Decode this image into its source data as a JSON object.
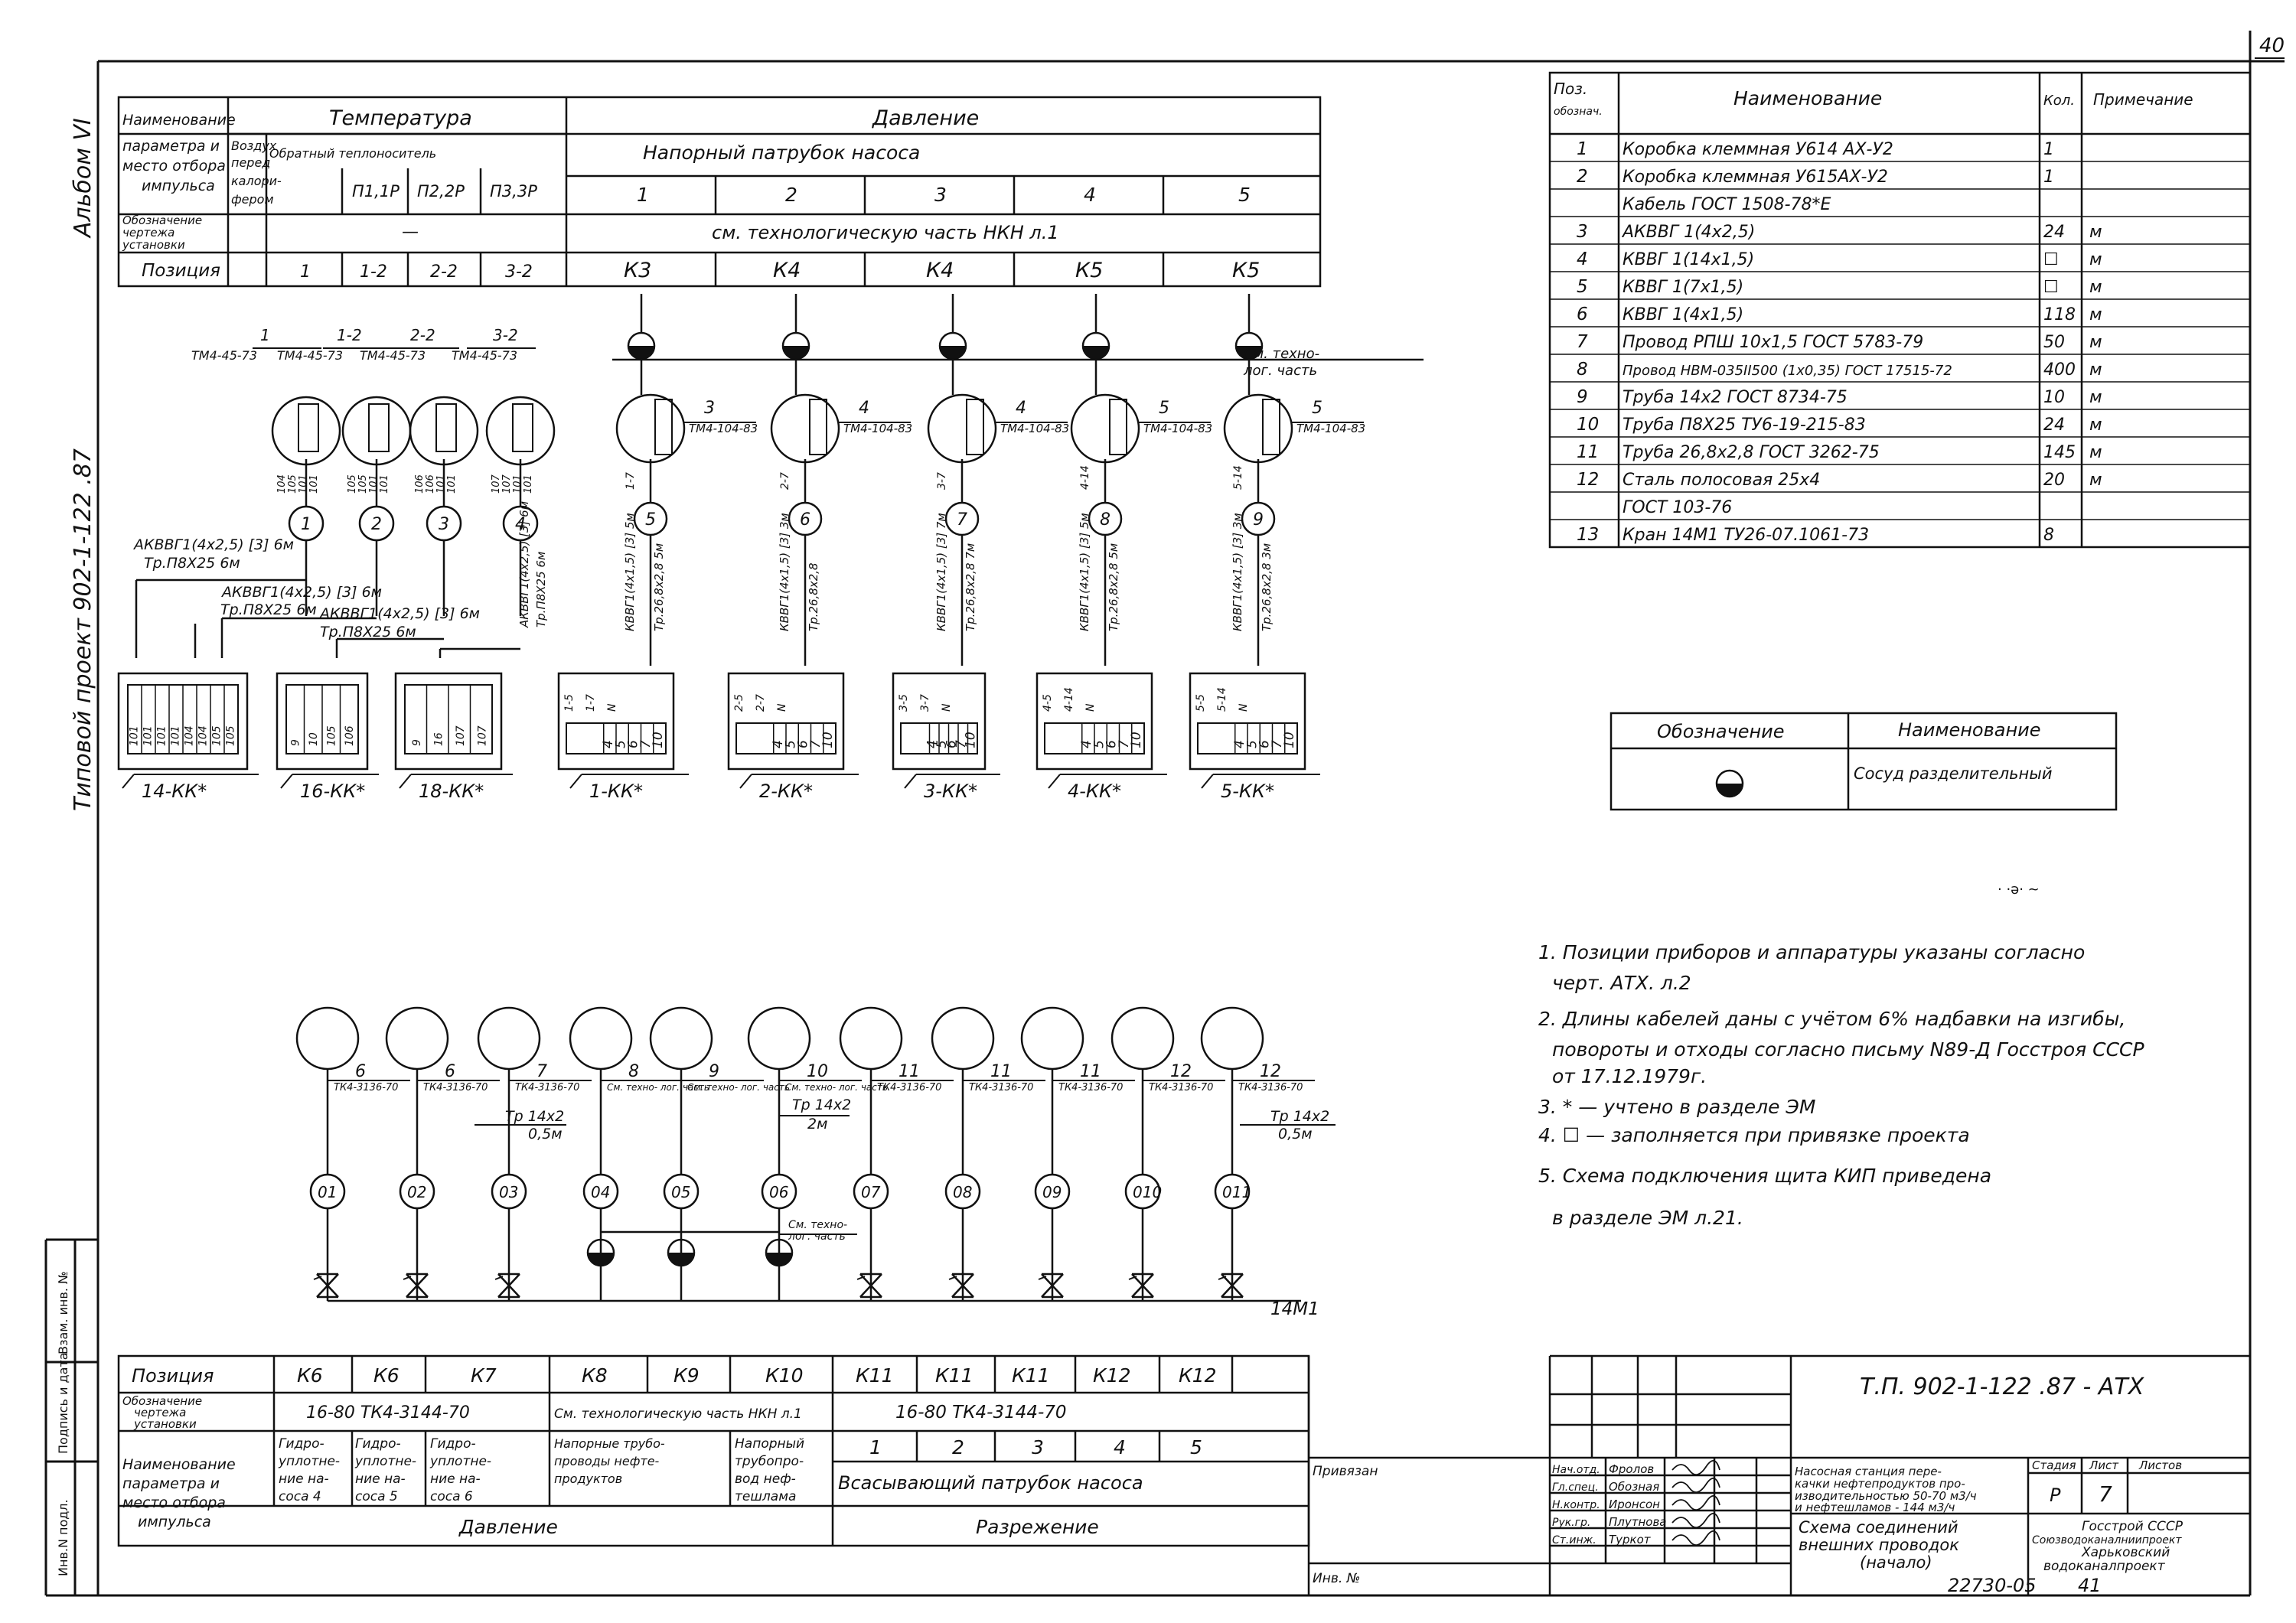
{
  "page_number": "40",
  "side_labels": {
    "album": "Альбом VI",
    "project": "Типовой проект 902-1-122 .87",
    "left_stamp": [
      "Инв.N подл.",
      "Подпись и дата",
      "Взам. инв. №"
    ]
  },
  "top_header": {
    "param_label": [
      "Наименование",
      "параметра и",
      "место отбора",
      "импульса"
    ],
    "temperature": "Температура",
    "pressure": "Давление",
    "air": [
      "Воздух",
      "перед",
      "калори-",
      "фером"
    ],
    "return_coolant": "Обратный теплоноситель",
    "pump_outlet": "Напорный патрубок насоса",
    "sub_cols": [
      "П1,1Р",
      "П2,2Р",
      "П3,3Р"
    ],
    "pressure_nums": [
      "1",
      "2",
      "3",
      "4",
      "5"
    ],
    "drawing_label": [
      "Обозначение",
      "чертежа",
      "установки"
    ],
    "drawing_temp": "—",
    "drawing_pressure": "см. технологическую часть НКН л.1",
    "position_label": "Позиция",
    "positions": [
      "1",
      "1-2",
      "2-2",
      "3-2",
      "К3",
      "К4",
      "К4",
      "К5",
      "К5"
    ]
  },
  "top_diagram": {
    "temp_sensors": [
      {
        "pos": "1",
        "type": "ТМ4-45-73",
        "circle": "1",
        "wires": [
          "104",
          "105",
          "101",
          "101"
        ]
      },
      {
        "pos": "1-2",
        "type": "ТМ4-45-73",
        "circle": "2",
        "wires": [
          "105",
          "105",
          "101",
          "101"
        ]
      },
      {
        "pos": "2-2",
        "type": "ТМ4-45-73",
        "circle": "3",
        "wires": [
          "106",
          "106",
          "101",
          "101"
        ]
      },
      {
        "pos": "3-2",
        "type": "ТМ4-45-73",
        "circle": "4",
        "wires": [
          "107",
          "107",
          "101",
          "101"
        ]
      }
    ],
    "temp_cables": [
      "АКВВГ1(4х2,5) [3] 6м",
      "Тр.П8Х25 6м",
      "АКВВГ1(4х2,5) [3] 6м",
      "Тр.П8Х25 6м",
      "АКВВГ1(4х2,5) [3] 6м",
      "Тр.П8Х25 6м",
      "АКВВГ1(4х2,5) [3] 6м",
      "Тр.П8Х25 6м"
    ],
    "temp_boxes": [
      {
        "name": "14-КК*",
        "terms": [
          "101",
          "101",
          "101",
          "101",
          "104",
          "104",
          "105",
          "105"
        ]
      },
      {
        "name": "16-КК*",
        "terms": [
          "9",
          "10",
          "105",
          "106"
        ]
      },
      {
        "name": "18-КК*",
        "terms": [
          "9",
          "16",
          "107",
          "107"
        ]
      }
    ],
    "press_sensors": [
      {
        "num": "3",
        "type": "ТМ4-104-83",
        "circle": "5",
        "tag": "1-7",
        "cable": "КВВГ1(4х1,5) [3] 5м",
        "pipe": "Тр.26,8х2,8 5м"
      },
      {
        "num": "4",
        "type": "ТМ4-104-83",
        "circle": "6",
        "tag": "2-7",
        "cable": "КВВГ1(4х1,5) [3] 3м",
        "pipe": "Тр.26,8х2,8"
      },
      {
        "num": "4",
        "type": "ТМ4-104-83",
        "circle": "7",
        "tag": "3-7",
        "cable": "КВВГ1(4х1,5) [3] 7м",
        "pipe": "Тр.26,8х2,8 7м"
      },
      {
        "num": "5",
        "type": "ТМ4-104-83",
        "circle": "8",
        "tag": "4-14",
        "cable": "КВВГ1(4х1,5) [3] 5м",
        "pipe": "Тр.26,8х2,8 5м"
      },
      {
        "num": "5",
        "type": "ТМ4-104-83",
        "circle": "9",
        "tag": "5-14",
        "cable": "КВВГ1(4х1,5) [3] 3м",
        "pipe": "Тр.26,8х2,8 3м"
      }
    ],
    "press_note": "См. техно- лог. часть",
    "press_boxes": [
      {
        "name": "1-КК*",
        "terms": [
          "1-5",
          "1-7",
          "N",
          "4",
          "5",
          "6",
          "7",
          "10"
        ]
      },
      {
        "name": "2-КК*",
        "terms": [
          "2-5",
          "2-7",
          "N",
          "4",
          "5",
          "6",
          "7",
          "10"
        ]
      },
      {
        "name": "3-КК*",
        "terms": [
          "3-5",
          "3-7",
          "N",
          "4",
          "5",
          "6",
          "7",
          "10"
        ]
      },
      {
        "name": "4-КК*",
        "terms": [
          "4-5",
          "4-14",
          "N",
          "4",
          "5",
          "6",
          "7",
          "10"
        ]
      },
      {
        "name": "5-КК*",
        "terms": [
          "5-5",
          "5-14",
          "N",
          "4",
          "5",
          "6",
          "7",
          "10"
        ]
      }
    ]
  },
  "spec_table": {
    "headers": [
      "Поз. обознач.",
      "Наименование",
      "Кол.",
      "Примечание"
    ],
    "rows": [
      {
        "pos": "1",
        "name": "Коробка клеммная У614 АХ-У2",
        "qty": "1",
        "unit": ""
      },
      {
        "pos": "2",
        "name": "Коробка клеммная У615АХ-У2",
        "qty": "1",
        "unit": ""
      },
      {
        "pos": "",
        "name": "Кабель ГОСТ 1508-78*Е",
        "qty": "",
        "unit": ""
      },
      {
        "pos": "3",
        "name": "АКВВГ 1(4х2,5)",
        "qty": "24",
        "unit": "м"
      },
      {
        "pos": "4",
        "name": "КВВГ 1(14х1,5)",
        "qty": "☐",
        "unit": "м"
      },
      {
        "pos": "5",
        "name": "КВВГ 1(7х1,5)",
        "qty": "☐",
        "unit": "м"
      },
      {
        "pos": "6",
        "name": "КВВГ 1(4х1,5)",
        "qty": "118",
        "unit": "м"
      },
      {
        "pos": "7",
        "name": "Провод РПШ 10х1,5 ГОСТ 5783-79",
        "qty": "50",
        "unit": "м"
      },
      {
        "pos": "8",
        "name": "Провод НВМ-035II500 (1х0,35) ГОСТ 17515-72",
        "qty": "400",
        "unit": "м"
      },
      {
        "pos": "9",
        "name": "Труба 14х2 ГОСТ 8734-75",
        "qty": "10",
        "unit": "м"
      },
      {
        "pos": "10",
        "name": "Труба П8Х25 ТУ6-19-215-83",
        "qty": "24",
        "unit": "м"
      },
      {
        "pos": "11",
        "name": "Труба 26,8х2,8 ГОСТ 3262-75",
        "qty": "145",
        "unit": "м"
      },
      {
        "pos": "12",
        "name": "Сталь полосовая 25х4",
        "qty": "20",
        "unit": "м"
      },
      {
        "pos": "",
        "name": "ГОСТ 103-76",
        "qty": "",
        "unit": ""
      },
      {
        "pos": "13",
        "name": "Кран 14М1 ТУ26-07.1061-73",
        "qty": "8",
        "unit": ""
      }
    ]
  },
  "legend": {
    "header_designation": "Обозначение",
    "header_name": "Наименование",
    "item_name": "Сосуд разделительный"
  },
  "notes": [
    "1. Позиции приборов и аппаратуры указаны согласно черт. АТХ. л.2",
    "2. Длины кабелей даны с учётом 6% надбавки на изгибы, повороты и отходы согласно письму N89-Д Госстроя СССР от 17.12.1979г.",
    "3. * — учтено в разделе ЭМ",
    "4. ☐ — заполняется при привязке проекта",
    "5. Схема подключения щита КИП приведена в разделе ЭМ л.21."
  ],
  "bottom_diagram": {
    "gauges": [
      {
        "num": "6",
        "type": "ТК4-3136-70",
        "circle": "01"
      },
      {
        "num": "6",
        "type": "ТК4-3136-70",
        "circle": "02"
      },
      {
        "num": "7",
        "type": "ТК4-3136-70",
        "circle": "03"
      },
      {
        "num": "8",
        "type": "См. техно- лог. часть",
        "circle": "04"
      },
      {
        "num": "9",
        "type": "См. техно- лог. часть",
        "circle": "05"
      },
      {
        "num": "10",
        "type": "См. техно- лог. часть",
        "circle": "06"
      },
      {
        "num": "11",
        "type": "ТК4-3136-70",
        "circle": "07"
      },
      {
        "num": "11",
        "type": "ТК4-3136-70",
        "circle": "08"
      },
      {
        "num": "11",
        "type": "ТК4-3136-70",
        "circle": "09"
      },
      {
        "num": "12",
        "type": "ТК4-3136-70",
        "circle": "010"
      },
      {
        "num": "12",
        "type": "ТК4-3136-70",
        "circle": "011"
      }
    ],
    "pipe_labels": [
      "Тр 14х2 0,5м",
      "Тр 14х2 2м",
      "Тр 14х2 0,5м"
    ],
    "vessel_note": "См. техно- лог. часть",
    "valve_label": "14М1"
  },
  "bottom_table": {
    "position_label": "Позиция",
    "positions": [
      "К6",
      "К6",
      "К7",
      "К8",
      "К9",
      "К10",
      "К11",
      "К11",
      "К11",
      "К12",
      "К12"
    ],
    "drawing_label": [
      "Обозначение",
      "чертежа",
      "установки"
    ],
    "drawing_a": "16-80 ТК4-3144-70",
    "drawing_b": "См. технологическую часть НКН л.1",
    "drawing_c": "16-80 ТК4-3144-70",
    "param_label": [
      "Наименование",
      "параметра и",
      "место отбора",
      "импульса"
    ],
    "param_cells": [
      [
        "Гидро-",
        "уплотне-",
        "ние на-",
        "соса 4"
      ],
      [
        "Гидро-",
        "уплотне-",
        "ние на-",
        "соса 5"
      ],
      [
        "Гидро-",
        "уплотне-",
        "ние на-",
        "соса 6"
      ],
      [
        "Напорные трубо-",
        "проводы нефте-",
        "продуктов"
      ],
      [
        "Напорный",
        "трубопро-",
        "вод неф-",
        "тешлама"
      ]
    ],
    "suction_nums": [
      "1",
      "2",
      "3",
      "4",
      "5"
    ],
    "suction_label": "Всасывающий патрубок насоса",
    "pressure_label": "Давление",
    "vacuum_label": "Разрежение"
  },
  "title_block": {
    "privyazan": "Привязан",
    "inv": "Инв. №",
    "code": "Т.П. 902-1-122 .87 - АТХ",
    "roles": [
      "Нач.отд.",
      "Гл.спец.",
      "Н.контр.",
      "Рук.гр.",
      "Ст.инж."
    ],
    "names": [
      "Фролов",
      "Обозная",
      "Иронсон",
      "Плутнова",
      "Туркот"
    ],
    "object": "Насосная станция перекачки нефтепродуктов производительностью 50-70 м3/ч и нефтешламов - 144 м3/ч",
    "sheet_title": [
      "Схема соединений",
      "внешних проводок",
      "(начало)"
    ],
    "stage_header": "Стадия",
    "sheet_header": "Лист",
    "sheets_header": "Листов",
    "stage": "Р",
    "sheet": "7",
    "org": [
      "Госстрой СССР",
      "Союзводоканалниипроект",
      "Харьковский",
      "водоканалпроект"
    ],
    "bottom_num": "22730-05",
    "bottom_sheet": "41"
  }
}
